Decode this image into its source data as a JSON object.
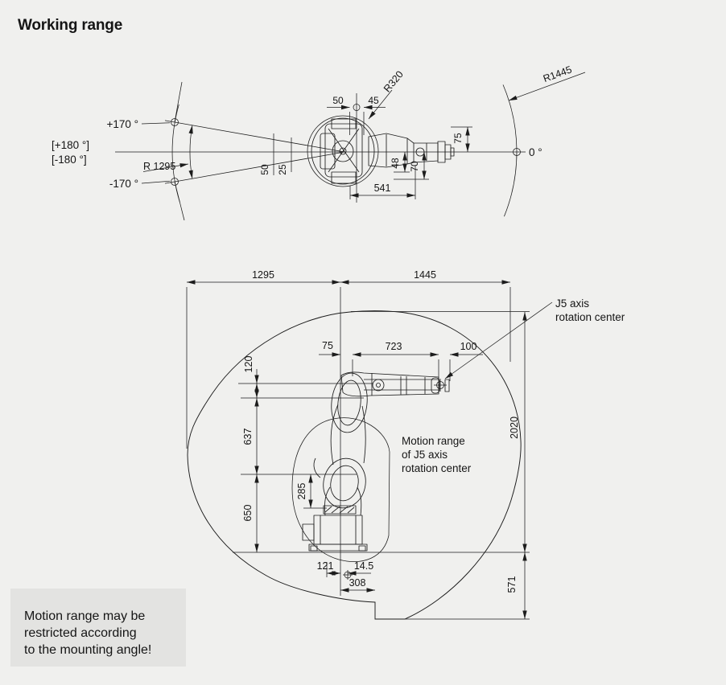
{
  "title": "Working range",
  "top_view": {
    "angles": {
      "plus170": "+170 °",
      "plus180_bracket": "[+180 °]",
      "minus180_bracket": "[-180 °]",
      "minus170": "-170 °",
      "zero": "0 °"
    },
    "radii": {
      "r320": "R320",
      "r1445": "R1445",
      "r1295": "R 1295"
    },
    "dims": {
      "rear_a": "50",
      "rear_b": "45",
      "wrist_up": "75",
      "wrist_down_a": "48",
      "wrist_down_b": "70",
      "side_a": "50",
      "side_b": "25",
      "reach": "541"
    }
  },
  "side_view": {
    "dims": {
      "back_reach": "1295",
      "front_reach": "1445",
      "top_a": "75",
      "top_b": "723",
      "top_c": "100",
      "height_a": "120",
      "height_b": "637",
      "height_c": "650",
      "height_d": "285",
      "total_height": "2020",
      "below_base": "571",
      "base_a": "121",
      "base_b": "14.5",
      "base_c": "308"
    },
    "callouts": {
      "j5_line1": "J5 axis",
      "j5_line2": "rotation center",
      "motion_line1": "Motion range",
      "motion_line2": "of J5 axis",
      "motion_line3": "rotation center"
    }
  },
  "note": {
    "line1": "Motion range may be",
    "line2": "restricted according",
    "line3": "to the mounting angle!"
  },
  "colors": {
    "background": "#f0f0ee",
    "note_background": "#e3e3e1",
    "line": "#1c1c1c",
    "text": "#151515"
  }
}
